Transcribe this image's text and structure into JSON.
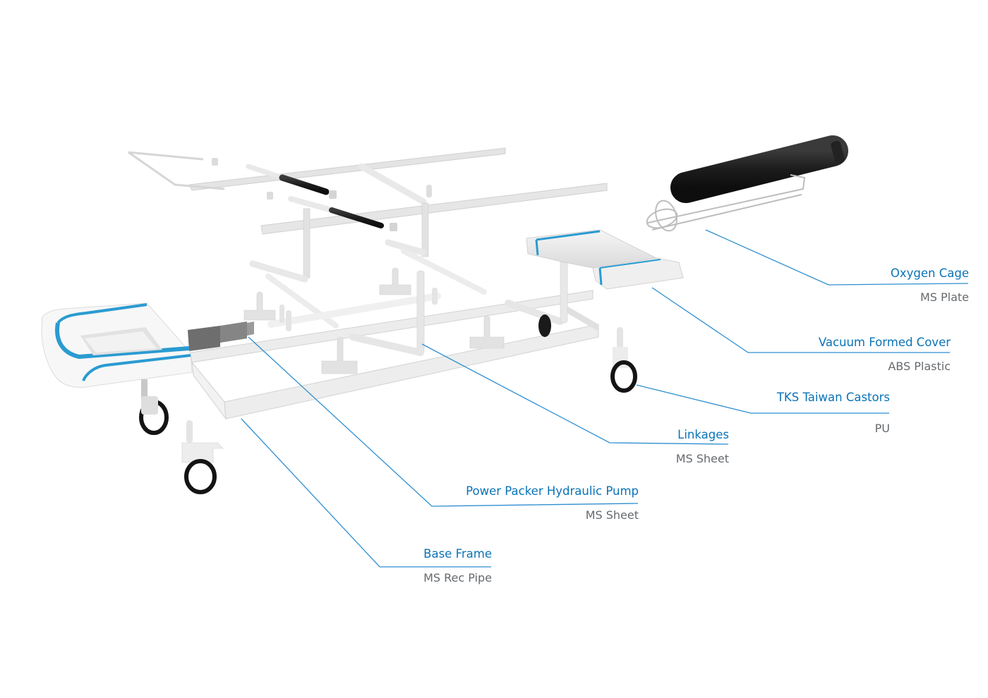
{
  "diagram": {
    "type": "exploded-view",
    "subject": "Hospital stretcher / trolley",
    "colors": {
      "accent": "#0a73b7",
      "leader_line": "#2f8fd0",
      "material_text": "#666a6e",
      "frame": "#e6e6e6",
      "frame_shade": "#cfcfcf",
      "rubber": "#1a1a1a",
      "pump": "#7d7d7d",
      "cylinder": "#1f1f1f",
      "cover_stripe": "#2a9bd1"
    },
    "callouts": [
      {
        "id": "oxygen-cage",
        "title": "Oxygen Cage",
        "material": "MS Plate"
      },
      {
        "id": "vacuum-formed-cover",
        "title": "Vacuum Formed Cover",
        "material": "ABS Plastic"
      },
      {
        "id": "castors",
        "title": "TKS Taiwan Castors",
        "material": "PU"
      },
      {
        "id": "linkages",
        "title": "Linkages",
        "material": "MS Sheet"
      },
      {
        "id": "hydraulic-pump",
        "title": "Power Packer Hydraulic Pump",
        "material": "MS Sheet"
      },
      {
        "id": "base-frame",
        "title": "Base Frame",
        "material": "MS Rec Pipe"
      }
    ]
  }
}
